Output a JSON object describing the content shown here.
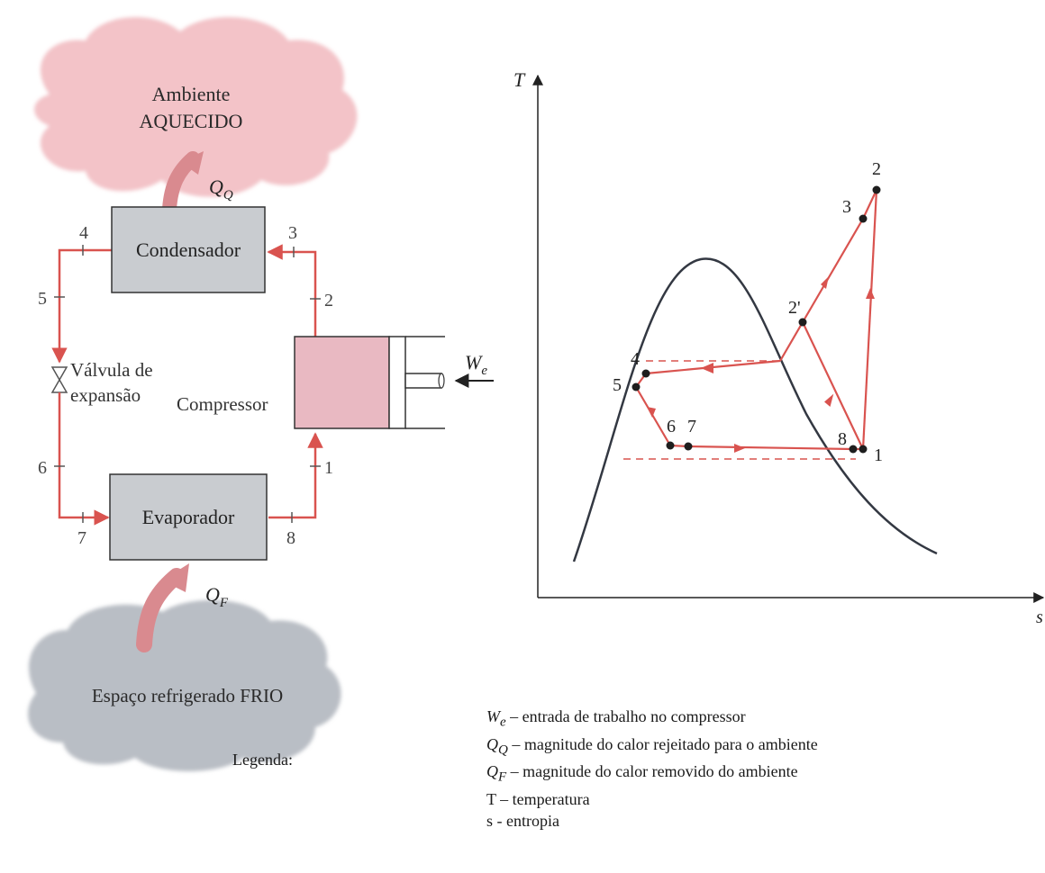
{
  "cycle": {
    "hot_region": {
      "line1": "Ambiente",
      "line2": "AQUECIDO"
    },
    "cold_region": "Espaço refrigerado FRIO",
    "condenser": "Condensador",
    "evaporator": "Evaporador",
    "valve": {
      "line1": "Válvula de",
      "line2": "expansão"
    },
    "compressor": "Compressor",
    "heat_out": {
      "symbol": "Q",
      "sub": "Q"
    },
    "heat_in": {
      "symbol": "Q",
      "sub": "F"
    },
    "work": {
      "symbol": "W",
      "sub": "e"
    },
    "states": [
      "1",
      "2",
      "3",
      "4",
      "5",
      "6",
      "7",
      "8"
    ]
  },
  "ts_chart": {
    "y_axis_label": "T",
    "x_axis_label": "s",
    "state_labels": [
      "1",
      "2",
      "3",
      "2'",
      "4",
      "5",
      "6",
      "7",
      "8"
    ]
  },
  "legend": {
    "title": "Legenda:",
    "items": [
      {
        "symbol": "W",
        "sub": "e",
        "text": " – entrada de trabalho no compressor"
      },
      {
        "symbol": "Q",
        "sub": "Q",
        "text": " – magnitude do calor rejeitado para o ambiente"
      },
      {
        "symbol": "Q",
        "sub": "F",
        "text": " – magnitude do calor removido do ambiente"
      },
      {
        "symbol": "",
        "sub": "",
        "text": "T – temperatura"
      },
      {
        "symbol": "",
        "sub": "",
        "text": "s - entropia"
      }
    ]
  },
  "colors": {
    "line": "#d9534f",
    "hot_cloud": "#f3c3c8",
    "cold_cloud": "#b9bec5",
    "box": "#c9ccd0",
    "compressor": "#e9b9c2",
    "curve": "#333842"
  }
}
